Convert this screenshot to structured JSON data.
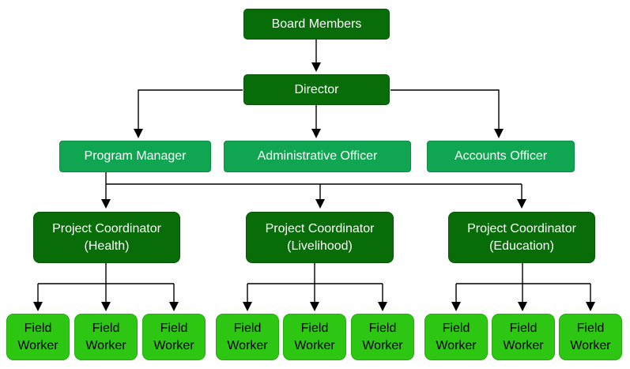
{
  "colors": {
    "dark-green": "#086c08",
    "medium-green": "#10a550",
    "bright-green": "#2dc613",
    "connector": "#000000",
    "text-light": "#ffffff",
    "text-dark": "#000000",
    "background": "#ffffff"
  },
  "nodes": {
    "board": {
      "label": "Board Members"
    },
    "director": {
      "label": "Director"
    },
    "program_manager": {
      "label": "Program Manager"
    },
    "administrative_officer": {
      "label": "Administrative Officer"
    },
    "accounts_officer": {
      "label": "Accounts Officer"
    },
    "coordinator_health": {
      "line1": "Project Coordinator",
      "line2": "(Health)"
    },
    "coordinator_livelihood": {
      "line1": "Project Coordinator",
      "line2": "(Livelihood)"
    },
    "coordinator_education": {
      "line1": "Project Coordinator",
      "line2": "(Education)"
    },
    "field_worker": {
      "line1": "Field",
      "line2": "Worker"
    }
  },
  "edges": [
    {
      "from": "Board Members",
      "to": "Director"
    },
    {
      "from": "Director",
      "to": "Program Manager"
    },
    {
      "from": "Director",
      "to": "Administrative Officer"
    },
    {
      "from": "Director",
      "to": "Accounts Officer"
    },
    {
      "from": "Program Manager",
      "to": "Project Coordinator (Health)"
    },
    {
      "from": "Program Manager",
      "to": "Project Coordinator (Livelihood)"
    },
    {
      "from": "Program Manager",
      "to": "Project Coordinator (Education)"
    },
    {
      "from": "Project Coordinator (Health)",
      "to": "Field Worker 1"
    },
    {
      "from": "Project Coordinator (Health)",
      "to": "Field Worker 2"
    },
    {
      "from": "Project Coordinator (Health)",
      "to": "Field Worker 3"
    },
    {
      "from": "Project Coordinator (Livelihood)",
      "to": "Field Worker 4"
    },
    {
      "from": "Project Coordinator (Livelihood)",
      "to": "Field Worker 5"
    },
    {
      "from": "Project Coordinator (Livelihood)",
      "to": "Field Worker 6"
    },
    {
      "from": "Project Coordinator (Education)",
      "to": "Field Worker 7"
    },
    {
      "from": "Project Coordinator (Education)",
      "to": "Field Worker 8"
    },
    {
      "from": "Project Coordinator (Education)",
      "to": "Field Worker 9"
    }
  ]
}
